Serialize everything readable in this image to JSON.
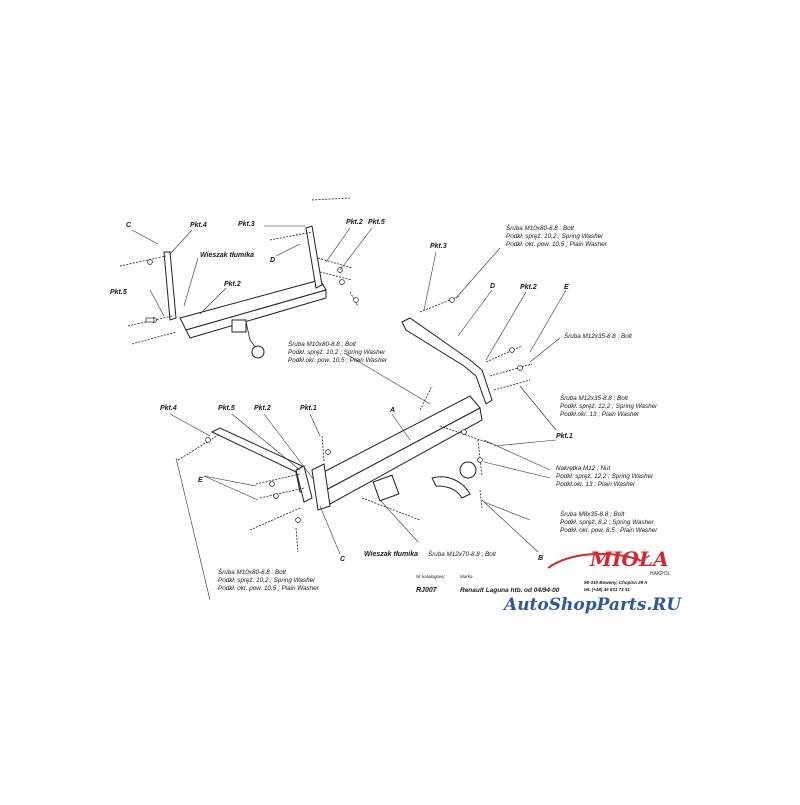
{
  "top_assembly": {
    "labels": {
      "c": "C",
      "pkt4": "Pkt.4",
      "pkt3": "Pkt.3",
      "d": "D",
      "pkt2a": "Pkt.2",
      "pkt5a": "Pkt.5",
      "pkt2b": "Pkt.2",
      "pkt5b": "Pkt.5",
      "wieszak": "Wieszak tłumika"
    },
    "note": {
      "l1": "Śruba M10x80-8.8 ;  Bolt",
      "l2": "Podkł. spręż. 10,2 ; Spring Washer",
      "l3": "Podkł.okr. pow. 10,5 ; Plain Washer"
    }
  },
  "right_bracket": {
    "labels": {
      "pkt3": "Pkt.3",
      "d": "D",
      "pkt2": "Pkt.2",
      "e": "E",
      "pkt1": "Pkt.1"
    },
    "note_top": {
      "l1": "Śruba M10x80-8.8 ;  Bolt",
      "l2": "Podkł. spręż. 10,2 ; Spring Washer",
      "l3": "Podkł. okr. pow. 10,5 ; Plain Washer"
    },
    "note_m12": "Śruba M12x35-8.8 ;  Bolt",
    "note_m12b": {
      "l1": "Śruba M12x35-8.8 ;  Bolt",
      "l2": "Podkł. spręż. 12,2 ; Spring Washer",
      "l3": "Podkł.okr. 13 ; Plain Washer"
    }
  },
  "main_assembly": {
    "labels": {
      "pkt4": "Pkt.4",
      "pkt5": "Pkt.5",
      "pkt2": "Pkt.2",
      "pkt1": "Pkt.1",
      "a": "A",
      "e": "E",
      "c": "C",
      "b": "B",
      "wieszak": "Wieszak tłumika"
    },
    "note_nut": {
      "l1": "Nakrętka  M12 ; Nut",
      "l2": "Podkł. spręż. 12,2 ; Spring Washer",
      "l3": "Podkł.okr. 13 ; Plain Washer"
    },
    "note_m8": {
      "l1": "Śruba M8x35-8.8 ;  Bolt",
      "l2": "Podkł. spręż. 8,2 ; Spring Washer",
      "l3": "Podkł. okr. pow. 8,5 ; Plain Washer"
    },
    "note_m10": {
      "l1": "Śruba M10x80-8.8 ;  Bolt",
      "l2": "Podkł. spręż. 10,2 ; Spring Washer",
      "l3": "Podkł. okr. pow. 10,5 ; Plain Washer"
    },
    "note_m12x70": "Śruba M12x70-8.8 ;  Bolt"
  },
  "title_block": {
    "head_code": "Nr katalogowy",
    "head_brand": "Marka",
    "code": "RJ007",
    "brand": "Renault Laguna htb.",
    "year": "od 04/94-00"
  },
  "logo": {
    "name": "MIOŁA",
    "sub": "HAKPOL",
    "address": "96-330 Boweny, Chopina 29 A",
    "phone": "tel. (+48) 46 831 73 31"
  },
  "watermark": "AutoShopParts.RU",
  "colors": {
    "ink": "#222222",
    "logo_red": "#d8262c",
    "watermark_blue": "#2a57a8"
  }
}
